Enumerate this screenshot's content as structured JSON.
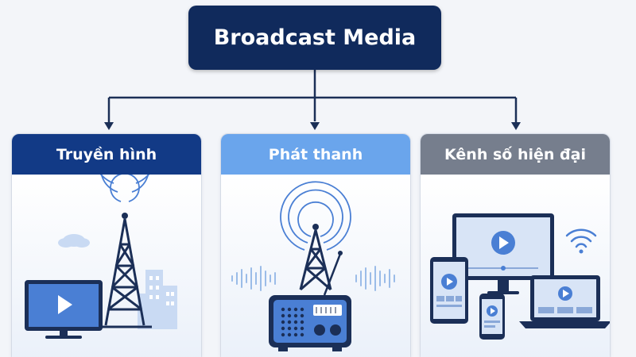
{
  "root": {
    "title": "Broadcast Media"
  },
  "branches": [
    {
      "label": "Truyền hình",
      "header_color": "#123a86",
      "illustration": "tv-tower-illustration"
    },
    {
      "label": "Phát thanh",
      "header_color": "#6aa5ec",
      "illustration": "radio-tower-illustration"
    },
    {
      "label": "Kênh số hiện đại",
      "header_color": "#767e8d",
      "illustration": "digital-devices-illustration"
    }
  ],
  "colors": {
    "navy": "#102a5c",
    "accent_blue": "#4a7fd4",
    "light_blue": "#c9daf3",
    "connector": "#1b2f57"
  }
}
